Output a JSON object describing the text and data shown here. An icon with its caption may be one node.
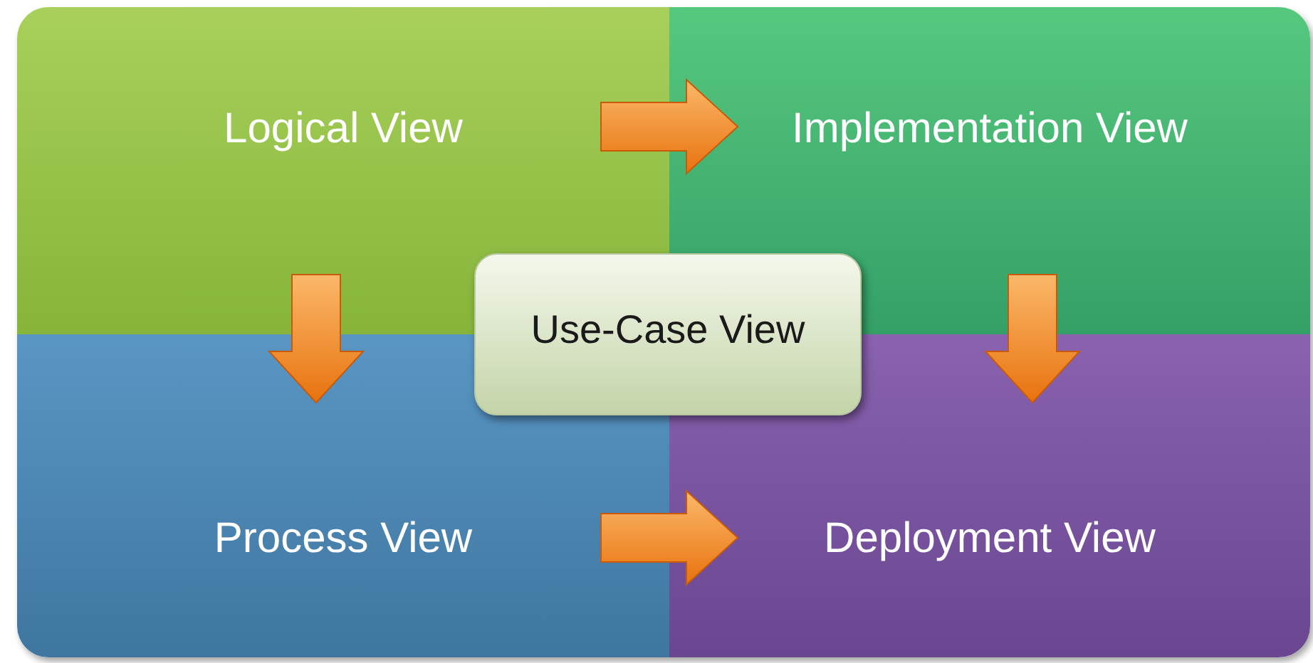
{
  "diagram": {
    "nodes": [
      {
        "text": [
          "Logical View"
        ]
      },
      {
        "text": [
          "Implementation View"
        ]
      },
      {
        "text": [
          "Use-Case View"
        ]
      },
      {
        "text": [
          "Process View"
        ]
      },
      {
        "text": [
          "Deployment View"
        ]
      }
    ],
    "edges": [
      {
        "from": 0,
        "to": 1,
        "arrow": "to"
      },
      {
        "from": 0,
        "to": 3,
        "arrow": "to"
      },
      {
        "from": 1,
        "to": 4,
        "arrow": "to"
      },
      {
        "from": 3,
        "to": 4,
        "arrow": "to"
      }
    ]
  }
}
